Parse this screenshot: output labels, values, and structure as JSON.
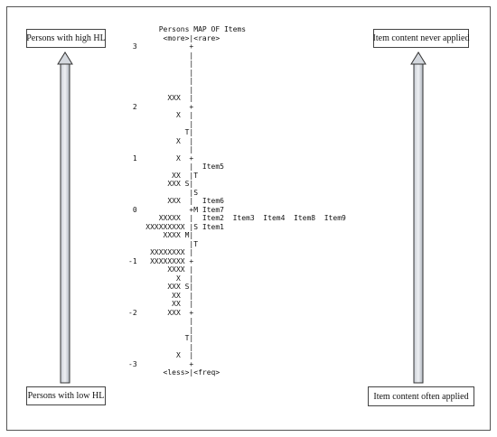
{
  "boxes": {
    "top_left": "Persons with high HL",
    "bottom_left": "Persons with low HL",
    "top_right": "Item content never applied",
    "bottom_right": "Item content often applied"
  },
  "map": {
    "lines": [
      "       Persons MAP OF Items",
      "        <more>|<rare>",
      " 3            +",
      "              |",
      "              |",
      "              |",
      "              |",
      "              |",
      "         XXX  |",
      " 2            +",
      "           X  |",
      "              |",
      "             T|",
      "           X  |",
      "              |",
      " 1         X  +",
      "              |  Item5",
      "          XX  |T",
      "         XXX S|",
      "              |S",
      "         XXX  |  Item6",
      " 0            +M Item7",
      "       XXXXX  |  Item2  Item3  Item4  Item8  Item9",
      "    XXXXXXXXX |S Item1",
      "        XXXX M|",
      "              |T",
      "     XXXXXXXX |",
      "-1   XXXXXXXX +",
      "         XXXX |",
      "           X  |",
      "         XXX S|",
      "          XX  |",
      "          XX  |",
      "-2       XXX  +",
      "              |",
      "              |",
      "             T|",
      "              |",
      "           X  |",
      "-3            +",
      "        <less>|<freq>"
    ]
  }
}
